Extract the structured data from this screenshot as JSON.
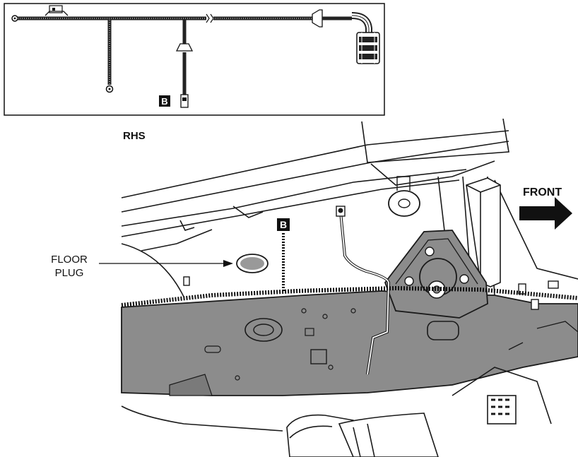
{
  "inset": {
    "callout_letter": "B"
  },
  "labels": {
    "side": "RHS",
    "floor_plug_line1": "FLOOR",
    "floor_plug_line2": "PLUG",
    "front": "FRONT",
    "callout_letter": "B"
  },
  "colors": {
    "line": "#1a1a1a",
    "frame_rail_fill": "#8c8c8c",
    "background": "#ffffff",
    "harness": "#2a2a2a"
  }
}
